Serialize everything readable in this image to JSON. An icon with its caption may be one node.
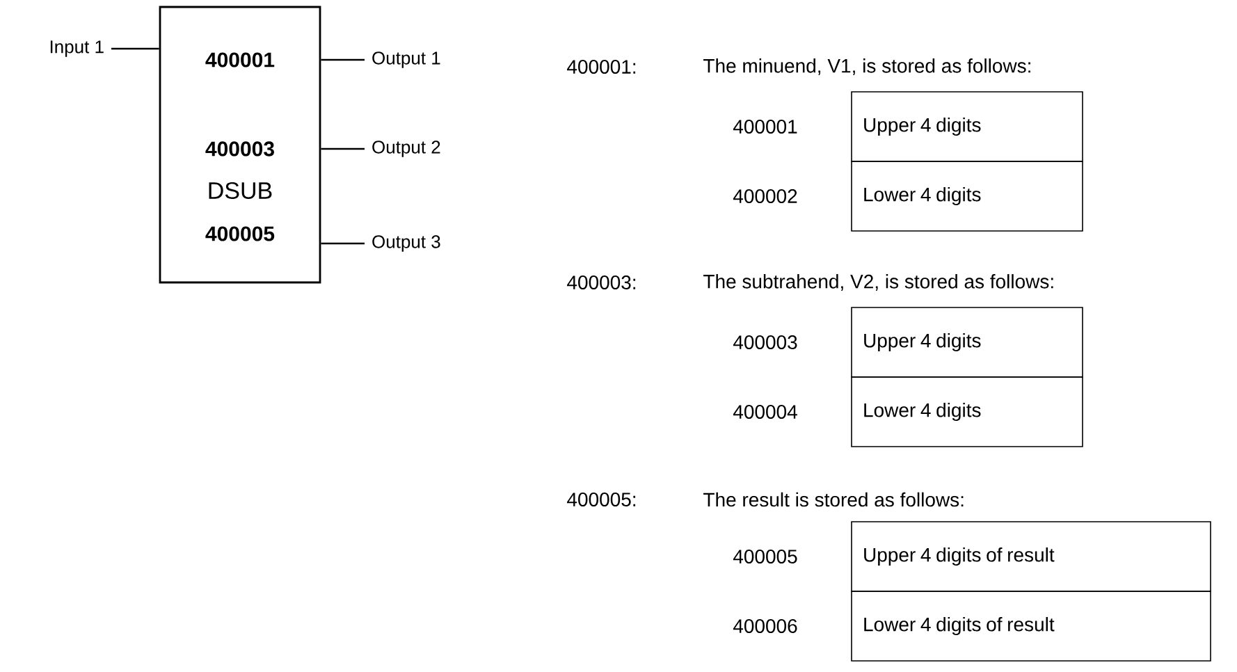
{
  "diagram": {
    "nodes": [
      {
        "text": [
          "400001",
          "400003",
          "DSUB",
          "400005"
        ]
      },
      {
        "text": [
          "Input 1"
        ]
      },
      {
        "text": [
          "Output 1"
        ]
      },
      {
        "text": [
          "Output 2"
        ]
      },
      {
        "text": [
          "Output 3"
        ]
      },
      {
        "text": [
          "Upper 4 digits"
        ],
        "beside": [
          "400001"
        ]
      },
      {
        "text": [
          "Lower 4 digits"
        ],
        "beside": [
          "400002"
        ]
      },
      {
        "text": [
          "Upper 4 digits"
        ],
        "beside": [
          "400003"
        ]
      },
      {
        "text": [
          "Lower 4 digits"
        ],
        "beside": [
          "400004"
        ]
      },
      {
        "text": [
          "Upper 4 digits of result"
        ],
        "beside": [
          "400005"
        ]
      },
      {
        "text": [
          "Lower 4 digits of result"
        ],
        "beside": [
          "400006"
        ]
      }
    ],
    "edges": [
      {
        "from": 1,
        "to": 0,
        "arrow": "none"
      },
      {
        "from": 0,
        "to": 2,
        "arrow": "none"
      },
      {
        "from": 0,
        "to": 3,
        "arrow": "none"
      },
      {
        "from": 0,
        "to": 4,
        "arrow": "none"
      }
    ],
    "labels": [
      "400001:",
      "The minuend, V1, is stored as follows:",
      "400003:",
      "The subtrahend, V2, is stored as follows:",
      "400005:",
      "The result is stored as follows:"
    ]
  }
}
